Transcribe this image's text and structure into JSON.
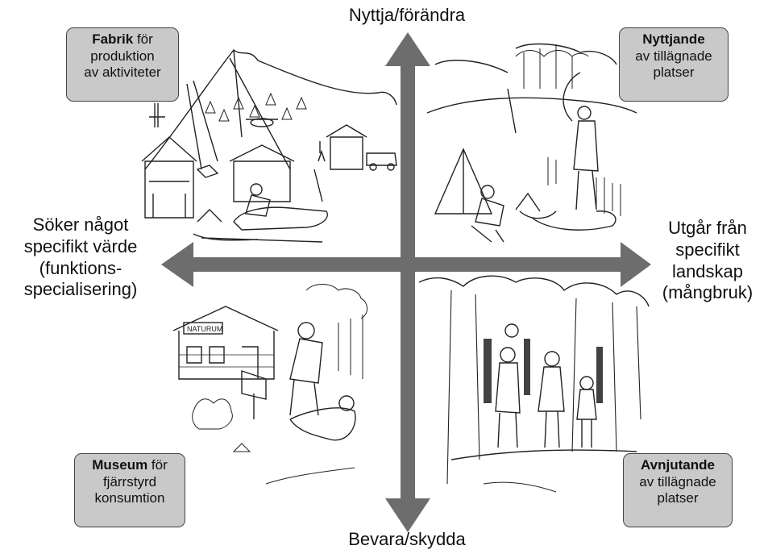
{
  "axes": {
    "top": "Nyttja/förändra",
    "bottom": "Bevara/skydda",
    "left": [
      "Söker något",
      "specifikt värde",
      "(funktions-",
      "specialisering)"
    ],
    "right": [
      "Utgår från",
      "specifikt",
      "landskap",
      "(mångbruk)"
    ]
  },
  "quadrants": {
    "top_left": {
      "bold": "Fabrik",
      "rest": " för",
      "line2": "produktion",
      "line3": "av aktiviteter"
    },
    "top_right": {
      "bold": "Nyttjande",
      "line2": "av tillägnade",
      "line3": "platser"
    },
    "bottom_left": {
      "bold": "Museum",
      "rest": " för",
      "line2": "fjärrstyrd",
      "line3": "konsumtion"
    },
    "bottom_right": {
      "bold": "Avnjutande",
      "line2": "av tillägnade",
      "line3": "platser"
    }
  },
  "illustrations": {
    "top_left": "ski-resort-scene",
    "top_right": "camping-fishing-scene",
    "bottom_left": "nature-center-scene",
    "bottom_right": "forest-walk-scene",
    "sign_text": "NATURUM"
  },
  "colors": {
    "arrow": "#6d6d6d",
    "box_fill": "#c9c9c9",
    "ink": "#222222"
  }
}
